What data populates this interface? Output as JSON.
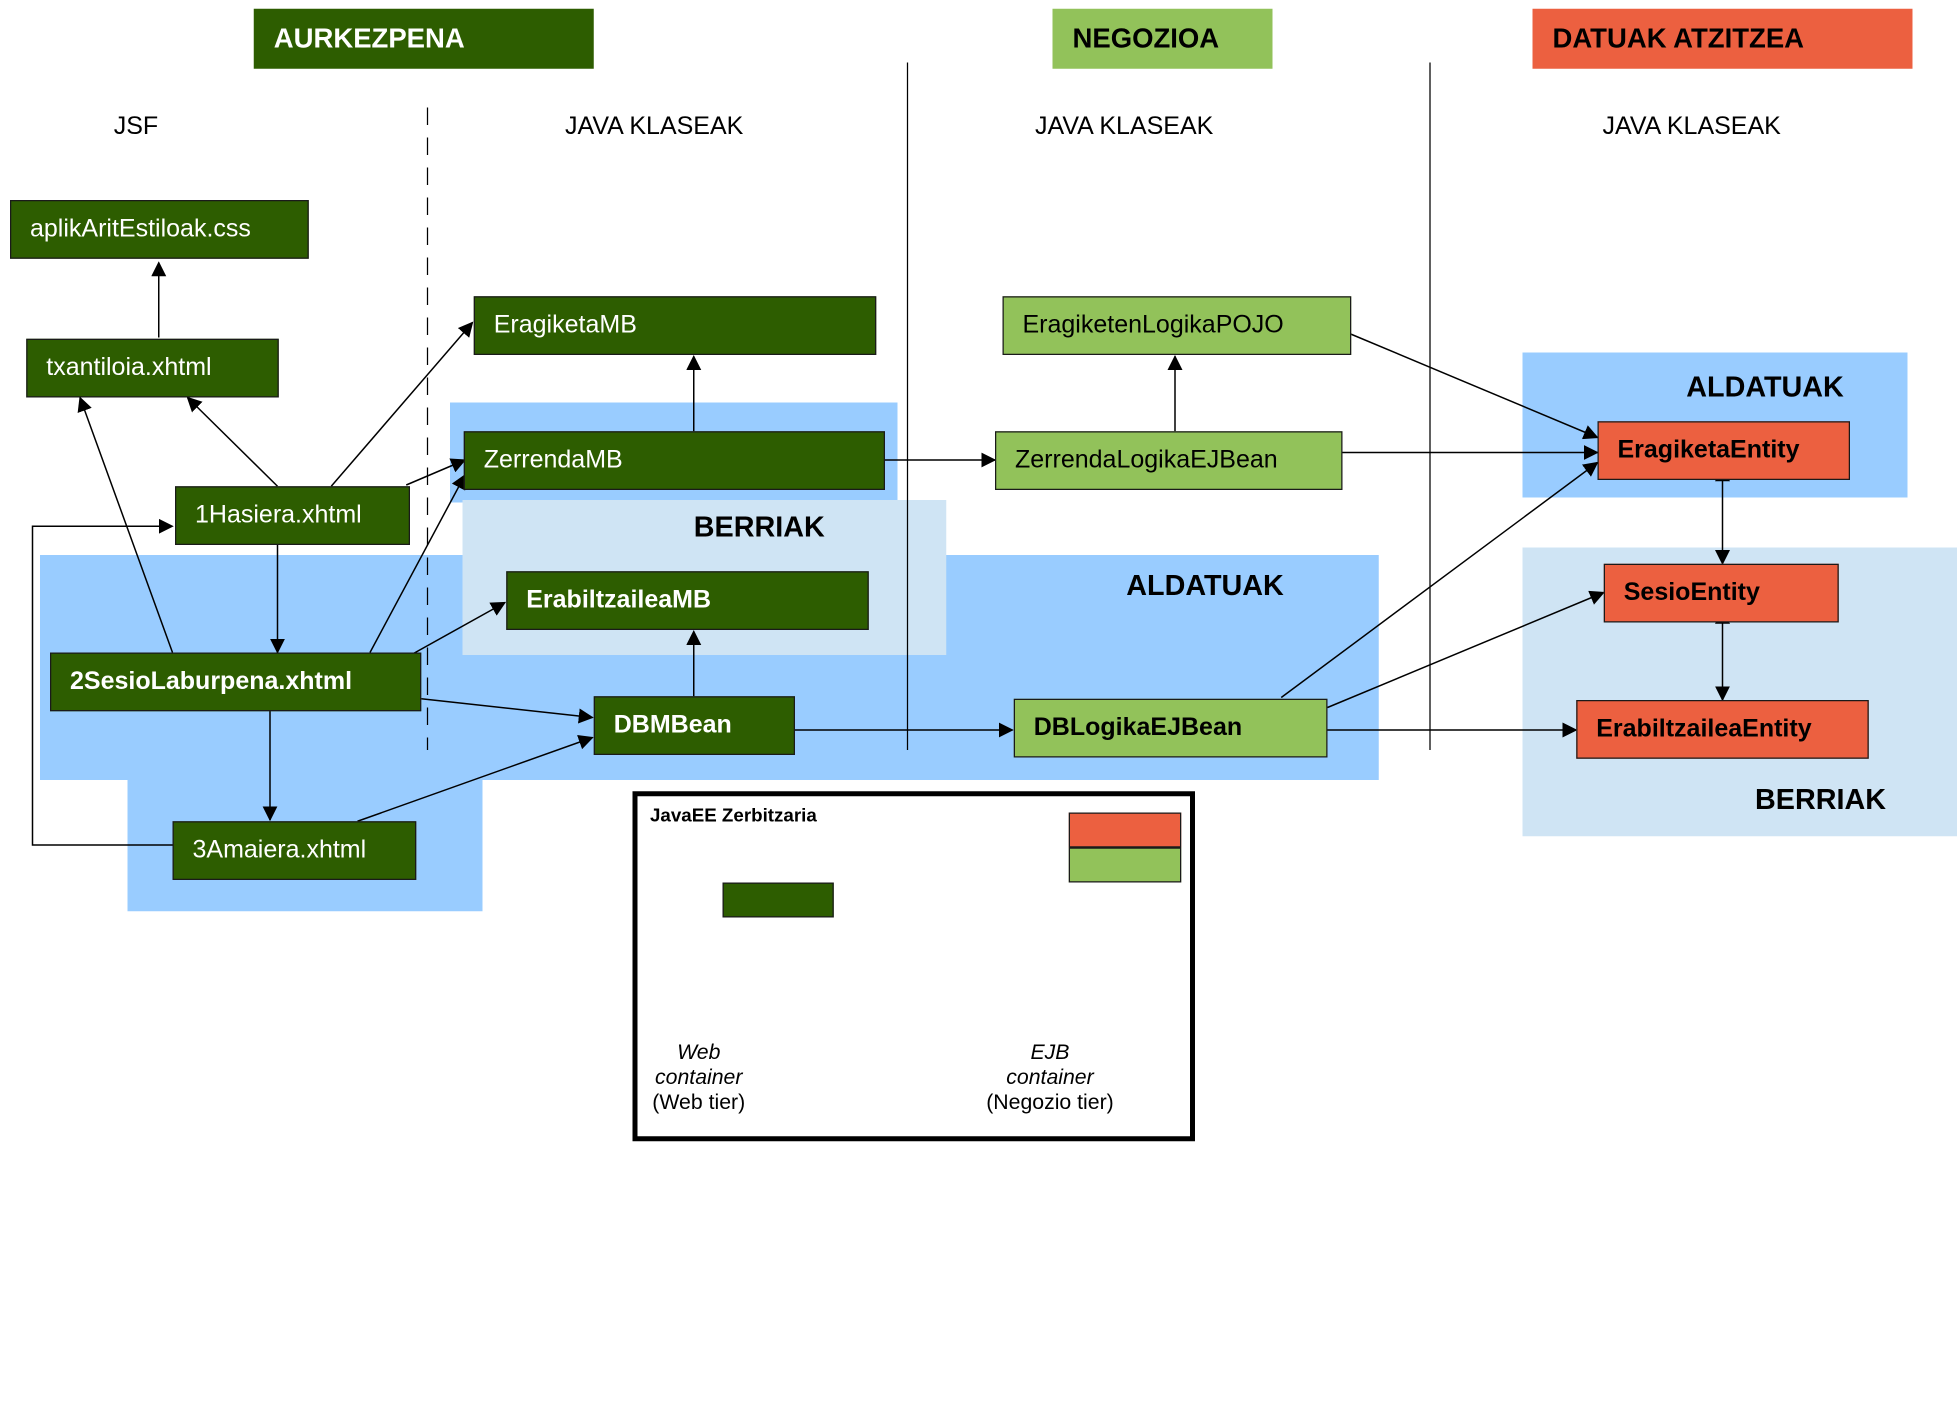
{
  "headers": {
    "presentation": {
      "label": "AURKEZPENA",
      "color": "#2d5d00"
    },
    "business": {
      "label": "NEGOZIOA",
      "color": "#92c25a"
    },
    "data_access": {
      "label": "DATUAK ATZITZEA",
      "color": "#ec6040"
    }
  },
  "columns": {
    "jsf": "JSF",
    "presentation_java": "JAVA KLASEAK",
    "business_java": "JAVA KLASEAK",
    "data_java": "JAVA KLASEAK"
  },
  "zones": {
    "berriak_center": "BERRIAK",
    "aldatuak_center": "ALDATUAK",
    "aldatuak_right": "ALDATUAK",
    "berriak_right": "BERRIAK"
  },
  "nodes": {
    "css": "aplikAritEstiloak.css",
    "txantiloia": "txantiloia.xhtml",
    "hasiera": "1Hasiera.xhtml",
    "sesio_laburpena": "2SesioLaburpena.xhtml",
    "amaiera": "3Amaiera.xhtml",
    "eragiketa_mb": "EragiketaMB",
    "zerrenda_mb": "ZerrendaMB",
    "erabiltzaile_mb": "ErabiltzaileaMB",
    "dbm_bean": "DBMBean",
    "eragiketen_logika": "EragiketenLogikaPOJO",
    "zerrenda_logika": "ZerrendaLogikaEJBean",
    "db_logika": "DBLogikaEJBean",
    "eragiketa_entity": "EragiketaEntity",
    "sesio_entity": "SesioEntity",
    "erabiltzaile_entity": "ErabiltzaileaEntity"
  },
  "legend": {
    "title": "JavaEE Zerbitzaria",
    "web": {
      "name": "Web",
      "container": "container",
      "tier": "(Web tier)"
    },
    "ejb": {
      "name": "EJB",
      "container": "container",
      "tier": "(Negozio tier)"
    }
  },
  "colors": {
    "dark_green": "#2d5d00",
    "light_green": "#92c25a",
    "red": "#ec6040",
    "zone_blue": "#99ccff",
    "zone_light": "#cfe4f4"
  }
}
